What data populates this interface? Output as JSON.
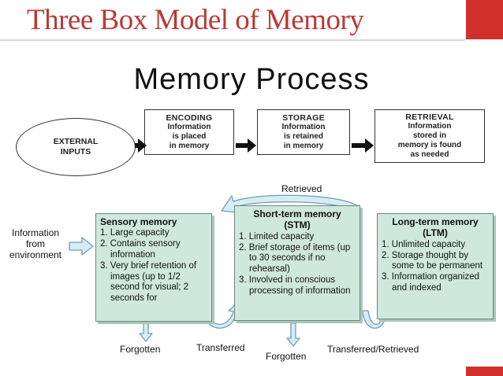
{
  "slide": {
    "title": "Three Box Model of Memory",
    "accent_color": "#d0312d"
  },
  "diagram": {
    "title": "Memory Process",
    "external_inputs": "EXTERNAL\nINPUTS",
    "stages": [
      {
        "head": "ENCODING",
        "body": "Information\nis placed\nin memory"
      },
      {
        "head": "STORAGE",
        "body": "Information\nis retained\nin memory"
      },
      {
        "head": "RETRIEVAL",
        "body": "Information\nstored in\nmemory is found\nas needed"
      }
    ]
  },
  "model": {
    "input_label": "Information\nfrom\nenvironment",
    "sensory": {
      "head": "Sensory memory",
      "items": [
        "1. Large capacity",
        "2. Contains sensory information",
        "3. Very brief retention of images (up to 1/2 second for visual; 2 seconds for"
      ]
    },
    "stm": {
      "head": "Short-term memory",
      "subhead": "(STM)",
      "items": [
        "1. Limited capacity",
        "2. Brief storage of items (up to 30 seconds if no rehearsal)",
        "3. Involved in conscious processing of information"
      ]
    },
    "ltm": {
      "head": "Long-term memory",
      "subhead": "(LTM)",
      "items": [
        "1. Unlimited capacity",
        "2. Storage thought by some to be permanent",
        "3. Information organized and indexed"
      ]
    },
    "flow_labels": {
      "retrieved": "Retrieved",
      "forgotten_sensory": "Forgotten",
      "transferred": "Transferred",
      "forgotten_stm": "Forgotten",
      "transferred_retrieved": "Transferred/Retrieved"
    },
    "colors": {
      "box_fill": "#cfe8de",
      "arrow_fill": "#d7ecf4",
      "arrow_stroke": "#6f9fb4"
    }
  }
}
